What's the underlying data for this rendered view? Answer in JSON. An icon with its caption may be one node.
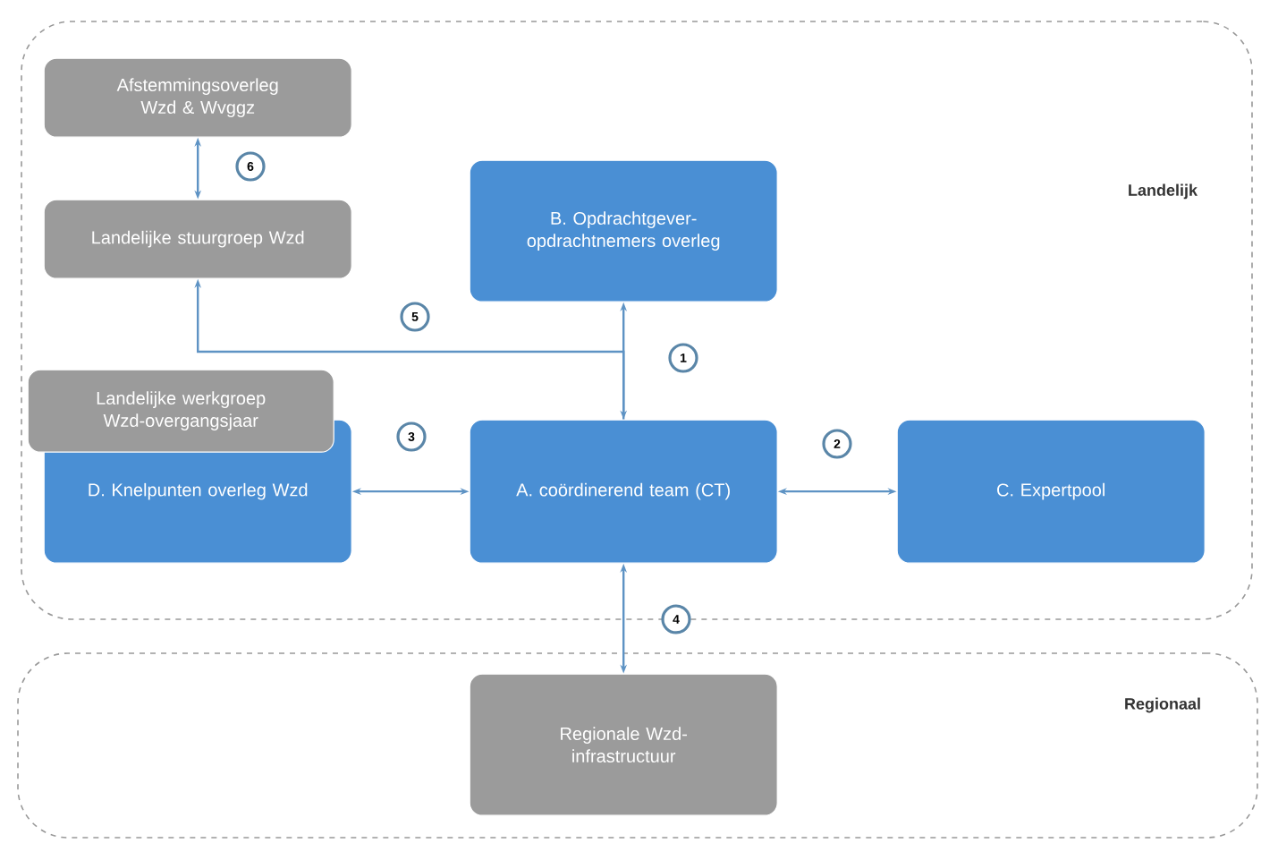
{
  "diagram": {
    "nodes": [
      {
        "text": [
          "Landelijk"
        ]
      },
      {
        "text": [
          "Afstemmingsoverleg Wzd & Wvggz"
        ],
        "in": 0
      },
      {
        "text": [
          "Landelijke stuurgroep Wzd"
        ],
        "in": 0
      },
      {
        "text": [
          "B. Opdrachtgever-opdrachtnemers overleg"
        ],
        "in": 0
      },
      {
        "text": [
          "Landelijke werkgroep Wzd-overgangsjaar"
        ],
        "in": 0
      },
      {
        "text": [
          "D. Knelpunten overleg Wzd"
        ],
        "in": 0
      },
      {
        "text": [
          "A. coördinerend team (CT)"
        ],
        "in": 0
      },
      {
        "text": [
          "C. Expertpool"
        ],
        "in": 0
      },
      {
        "text": [
          "Regionaal"
        ]
      },
      {
        "text": [
          "Regionale Wzd-infrastructuur"
        ],
        "in": 8
      }
    ],
    "edges": [
      {
        "from": 1,
        "to": 2,
        "arrow": "both",
        "label": "6"
      },
      {
        "from": 6,
        "to": 2,
        "arrow": "to",
        "label": "5"
      },
      {
        "from": 6,
        "to": 3,
        "arrow": "both",
        "label": "1"
      },
      {
        "from": 5,
        "to": 6,
        "arrow": "both",
        "label": "3"
      },
      {
        "from": 6,
        "to": 7,
        "arrow": "both",
        "label": "2"
      },
      {
        "from": 6,
        "to": 9,
        "arrow": "both",
        "label": "4"
      }
    ]
  }
}
